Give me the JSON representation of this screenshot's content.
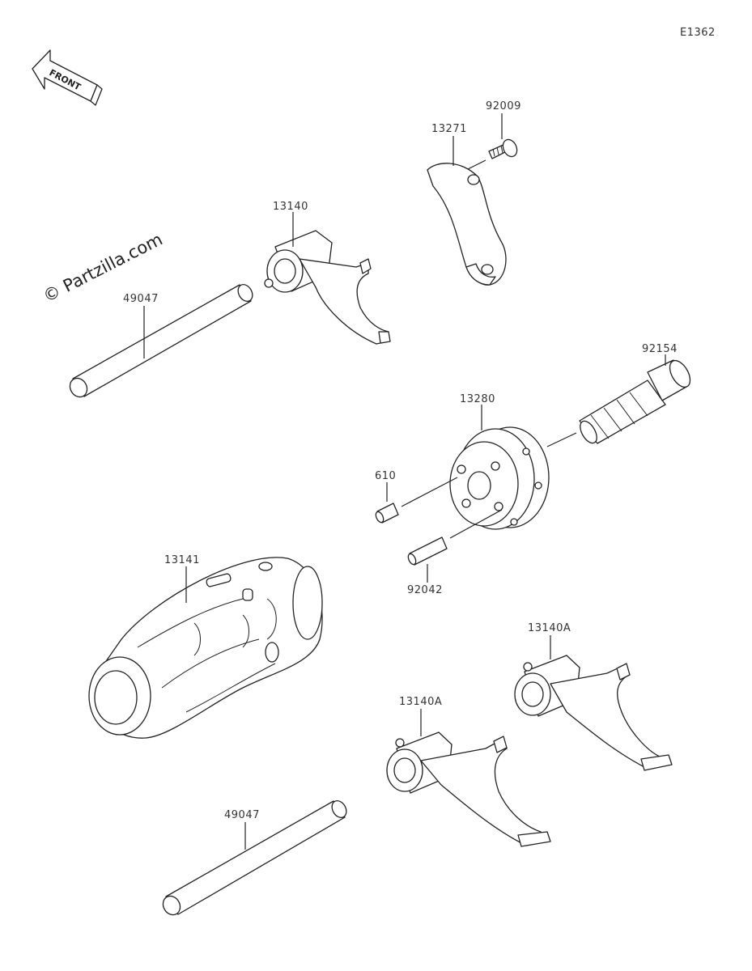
{
  "diagram": {
    "code": "E1362",
    "front_label": "FRONT",
    "watermark": "© Partzilla.com",
    "parts": {
      "p92009": "92009",
      "p13271": "13271",
      "p13140": "13140",
      "p49047_top": "49047",
      "p92154": "92154",
      "p13280": "13280",
      "p610": "610",
      "p92042": "92042",
      "p13141": "13141",
      "p13140A_right": "13140A",
      "p13140A_left": "13140A",
      "p49047_bottom": "49047"
    }
  }
}
